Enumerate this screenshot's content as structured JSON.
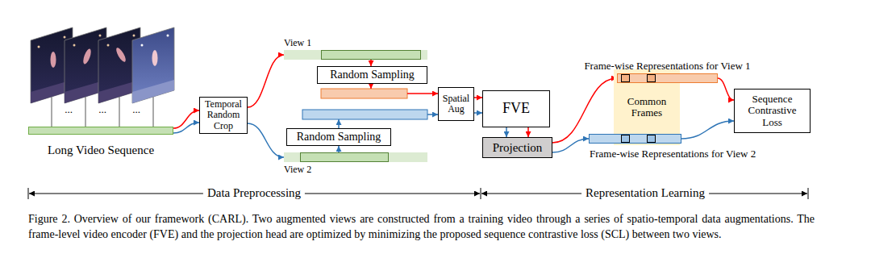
{
  "diagram": {
    "caption": "Figure 2. Overview of our framework (CARL). Two augmented views are constructed from a training video through a series of spatio-temporal data augmentations. The frame-level video encoder (FVE) and the projection head are optimized by minimizing the proposed sequence contrastive loss (SCL) between two views.",
    "nodes": [
      {
        "text": [
          "Long Video Sequence"
        ]
      },
      {
        "text": [
          "Temporal Random Crop"
        ]
      },
      {
        "text": [
          "View 1"
        ]
      },
      {
        "text": [
          "Random Sampling"
        ]
      },
      {
        "text": [
          "Random Sampling"
        ]
      },
      {
        "text": [
          "View 2"
        ]
      },
      {
        "text": [
          "Spatial Aug"
        ]
      },
      {
        "text": [
          "FVE"
        ]
      },
      {
        "text": [
          "Projection"
        ]
      },
      {
        "text": [
          "Frame-wise Representations for View 1"
        ]
      },
      {
        "text": [
          "Common Frames"
        ]
      },
      {
        "text": [
          "Frame-wise Representations for View 2"
        ]
      },
      {
        "text": [
          "Sequence Contrastive Loss"
        ]
      }
    ],
    "edges": [
      {
        "from": 0,
        "to": 1,
        "arrow": "to"
      },
      {
        "from": 0,
        "to": 1,
        "arrow": "to"
      },
      {
        "from": 1,
        "to": 2,
        "arrow": "to"
      },
      {
        "from": 1,
        "to": 5,
        "arrow": "to"
      },
      {
        "from": 2,
        "to": 3,
        "arrow": "to"
      },
      {
        "from": 5,
        "to": 4,
        "arrow": "to"
      },
      {
        "from": 6,
        "to": 7,
        "arrow": "to"
      },
      {
        "from": 6,
        "to": 7,
        "arrow": "to"
      },
      {
        "from": 7,
        "to": 8,
        "arrow": "to"
      },
      {
        "from": 7,
        "to": 8,
        "arrow": "to"
      },
      {
        "from": 8,
        "to": 9,
        "arrow": "to"
      },
      {
        "from": 8,
        "to": 11,
        "arrow": "to"
      },
      {
        "from": 9,
        "to": 12,
        "arrow": "to"
      },
      {
        "from": 11,
        "to": 12,
        "arrow": "to"
      }
    ],
    "labels": [
      "...",
      "...",
      "...",
      "···",
      "···",
      "Data Preprocessing",
      "Representation Learning"
    ]
  }
}
